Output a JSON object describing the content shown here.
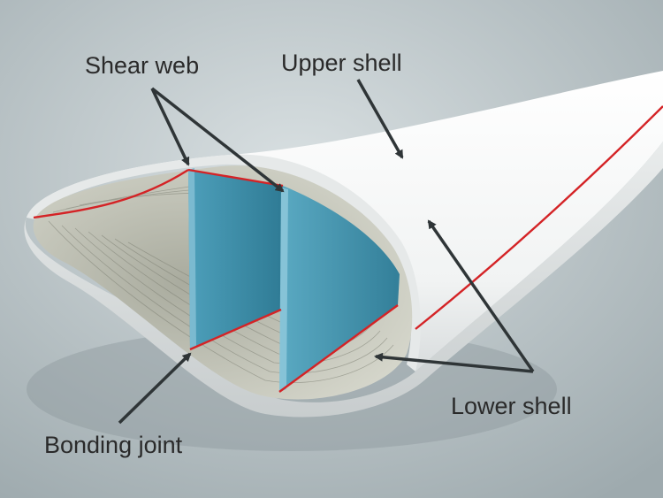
{
  "labels": {
    "shear_web": "Shear web",
    "upper_shell": "Upper shell",
    "lower_shell": "Lower shell",
    "bonding_joint": "Bonding joint"
  },
  "colors": {
    "background": "#b4bfc3",
    "shell": "#f1f3f3",
    "shear_web": "#3f91ad",
    "bond_line": "#d42326",
    "inner_laminate": "#c9c9bb",
    "arrow": "#2f3537"
  }
}
